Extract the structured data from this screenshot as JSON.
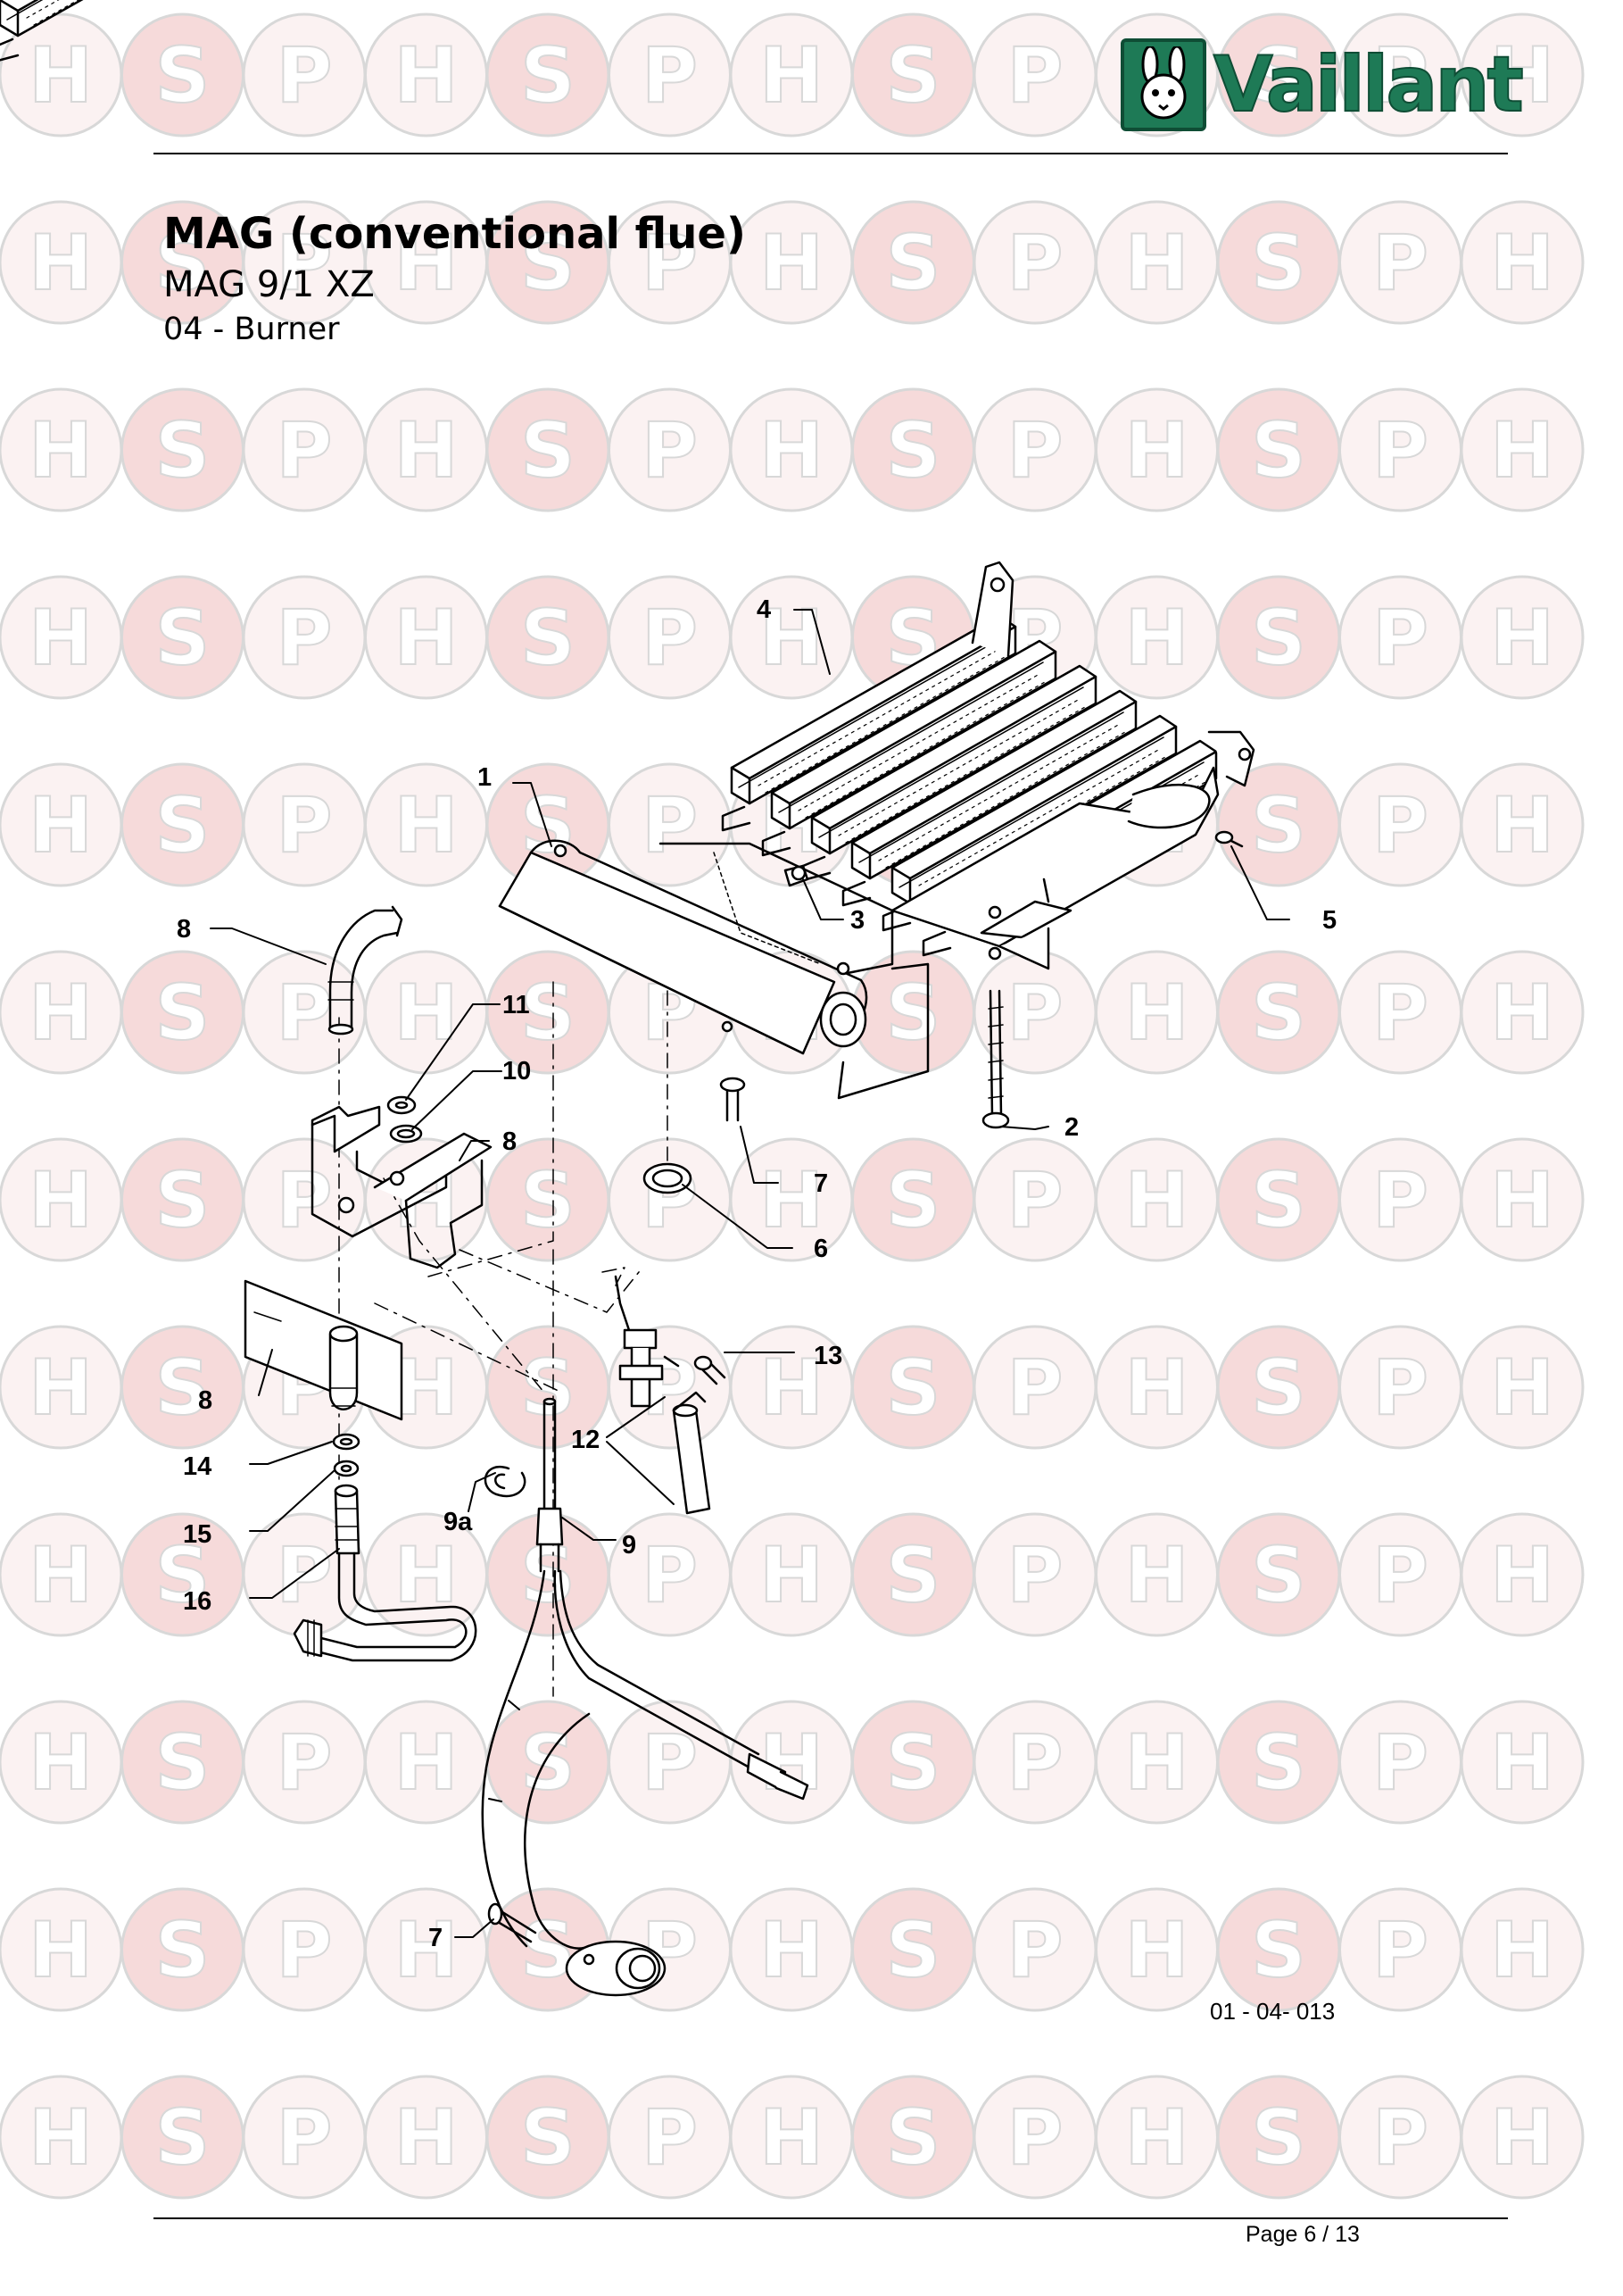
{
  "watermark": {
    "letters": [
      "H",
      "S",
      "P"
    ],
    "colors": {
      "outline": "#d8d8d8",
      "fill_light": "#fbf2f2",
      "s_fill": "#f6dada"
    }
  },
  "header": {
    "brand": "Vaillant",
    "brand_color": "#1e7a56",
    "title": "MAG (conventional flue)",
    "model": "MAG 9/1 XZ",
    "section": "04 - Burner"
  },
  "diagram": {
    "callouts": [
      "1",
      "2",
      "3",
      "4",
      "5",
      "6",
      "7",
      "7",
      "8",
      "8",
      "8",
      "9",
      "9a",
      "10",
      "11",
      "12",
      "13",
      "14",
      "15",
      "16"
    ],
    "reference": "01 - 04- 013"
  },
  "footer": {
    "page": "Page 6 / 13"
  }
}
